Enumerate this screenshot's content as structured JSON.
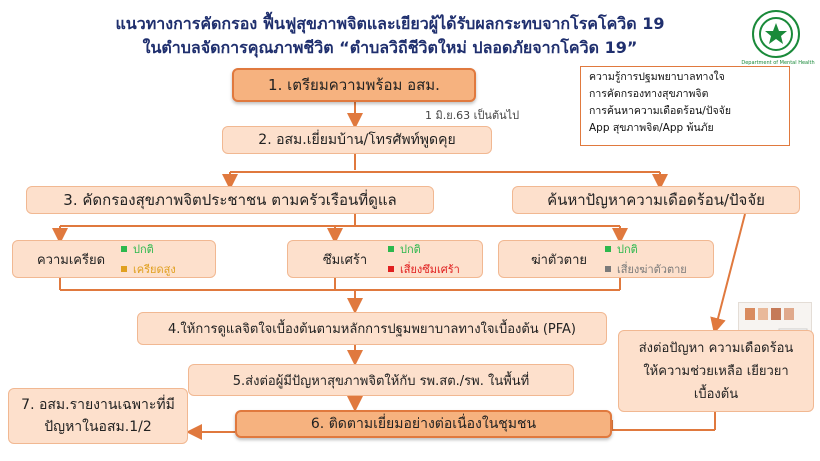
{
  "title": {
    "line1": "แนวทางการคัดกรอง ฟื้นฟูสุขภาพจิตและเยียวผู้ได้รับผลกระทบจากโรคโควิด 19",
    "line2": "ในตำบลจัดการคุณภาพชีวิต “ตำบลวิถีชีวิตใหม่ ปลอดภัยจากโควิด 19”"
  },
  "logo": {
    "org": "Department of Mental Health"
  },
  "steps": {
    "s1": "1. เตรียมความพร้อม อสม.",
    "s1_note": "1 มิ.ย.63 เป็นต้นไป",
    "s2": "2. อสม.เยี่ยมบ้าน/โทรศัพท์พูดคุย",
    "s3": "3. คัดกรองสุขภาพจิตประชาชน ตามครัวเรือนที่ดูแล",
    "s3b": "ค้นหาปัญหาความเดือดร้อน/ปัจจัย",
    "s4": "4.ให้การดูแลจิตใจเบื้องต้นตามหลักการปฐมพยาบาลทางใจเบื้องต้น (PFA)",
    "s5": "5.ส่งต่อผู้มีปัญหาสุขภาพจิตให้กับ รพ.สต./รพ. ในพื้นที่",
    "s6": "6. ติดตามเยี่ยมอย่างต่อเนื่องในชุมชน",
    "s7": "7. อสม.รายงานเฉพาะที่มีปัญหาในอสม.1/2",
    "refer": "ส่งต่อปัญหา ความเดือดร้อน ให้ความช่วยเหลือ เยียวยาเบื้องต้น"
  },
  "training": [
    "ความรู้การปฐมพยาบาลทางใจ",
    "การคัดกรองทางสุขภาพจิต",
    "การค้นหาความเดือดร้อน/ปัจจัย",
    "App สุขภาพจิต/App พ้นภัย"
  ],
  "screens": [
    {
      "name": "ความเครียด",
      "normal": "ปกติ",
      "risk": "เครียดสูง",
      "normal_color": "#2db84d",
      "risk_color": "#e0a020"
    },
    {
      "name": "ซึมเศร้า",
      "normal": "ปกติ",
      "risk": "เสี่ยงซึมเศร้า",
      "normal_color": "#2db84d",
      "risk_color": "#e02020"
    },
    {
      "name": "ฆ่าตัวตาย",
      "normal": "ปกติ",
      "risk": "เสี่ยงฆ่าตัวตาย",
      "normal_color": "#2db84d",
      "risk_color": "#7a7a7a"
    }
  ]
}
